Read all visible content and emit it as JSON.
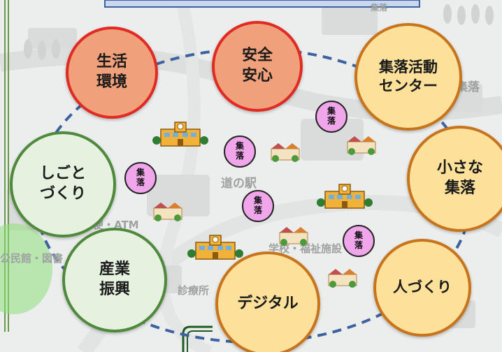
{
  "diagram": {
    "categories": [
      {
        "id": "living",
        "label": "生活\n環境",
        "style": "red"
      },
      {
        "id": "safety",
        "label": "安全\n安心",
        "style": "red"
      },
      {
        "id": "center",
        "label": "集落活動\nセンター",
        "style": "orange"
      },
      {
        "id": "small_village",
        "label": "小さな\n集落",
        "style": "orange"
      },
      {
        "id": "people",
        "label": "人づくり",
        "style": "orange"
      },
      {
        "id": "digital",
        "label": "デジタル",
        "style": "orange"
      },
      {
        "id": "industry",
        "label": "産業\n振興",
        "style": "green"
      },
      {
        "id": "work",
        "label": "しごと\nづくり",
        "style": "green"
      }
    ],
    "hamlet_badge": "集\n落",
    "map_labels": {
      "roadside_station": "道の駅",
      "atm": "郵便・ATM",
      "community_hall": "公民館・図書",
      "school_welfare": "学校・福祉施設",
      "clinic": "診療所",
      "hamlet_top": "集落",
      "hamlet_right": "集落"
    },
    "colors": {
      "red_fill": "#f0a07a",
      "red_border": "#e02a22",
      "orange_fill": "#fde09a",
      "orange_border": "#c8741c",
      "green_fill": "#e6f1e0",
      "green_border": "#4f8a3c",
      "hamlet_fill": "#f1a6ec",
      "ring": "#3c63a0"
    }
  }
}
